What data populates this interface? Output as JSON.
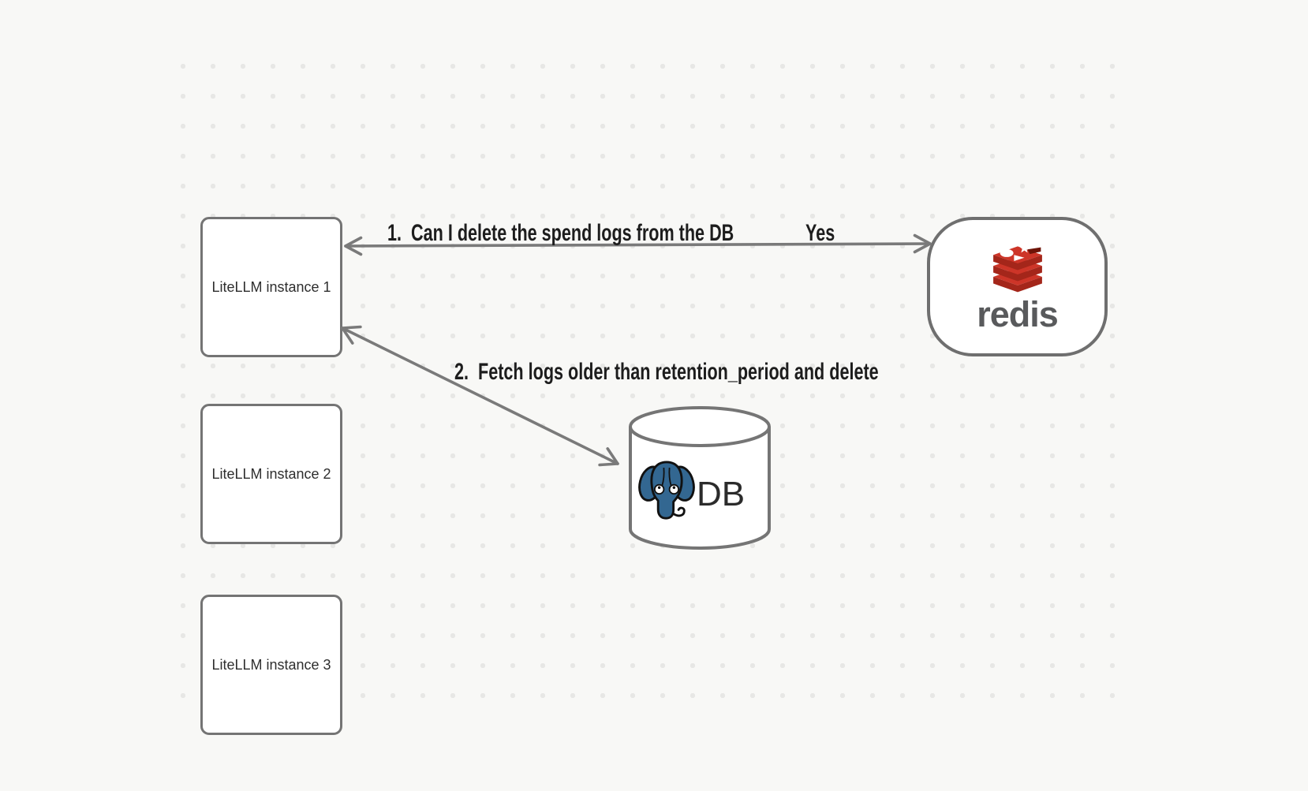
{
  "diagram": {
    "background_color": "#f8f8f6",
    "dot_color": "#e7e7e5",
    "stroke_color": "#747474",
    "edge_label_color": "#1d1d1d",
    "nodes": {
      "instances": [
        {
          "label": "LiteLLM instance 1"
        },
        {
          "label": "LiteLLM instance 2"
        },
        {
          "label": "LiteLLM instance 3"
        }
      ],
      "redis": {
        "wordmark": "redis",
        "icon": "redis-logo-icon",
        "brand_red_light": "#cd3528",
        "brand_red_dark": "#a4261a",
        "wordmark_color": "#595a5c"
      },
      "db": {
        "label": "DB",
        "icon": "postgresql-elephant-icon",
        "brand_blue": "#336791"
      }
    },
    "edges": [
      {
        "from": "LiteLLM instance 1",
        "to": "redis",
        "label": "1.  Can I delete the spend logs from the DB",
        "response": "Yes",
        "style": "double-headed-horizontal"
      },
      {
        "from": "LiteLLM instance 1",
        "to": "DB",
        "label": "2.  Fetch logs older than retention_period and delete",
        "style": "double-headed-diagonal"
      }
    ]
  }
}
